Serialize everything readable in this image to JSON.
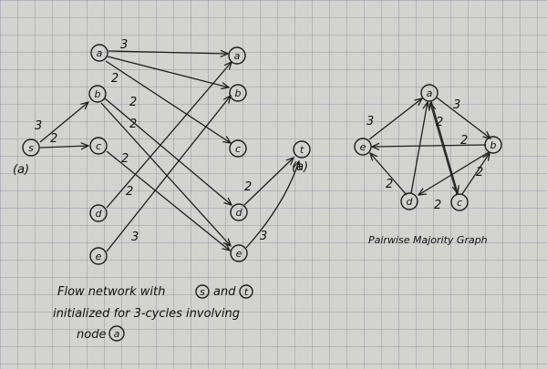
{
  "flow_network": {
    "left_nodes": [
      "a",
      "b",
      "c",
      "d",
      "e"
    ],
    "right_nodes": [
      "a",
      "b",
      "c",
      "d",
      "e"
    ],
    "source_label": "s",
    "source_sub": "(a)",
    "sink_label": "t",
    "sink_sub": "(a)",
    "weights": {
      "s_b": "3",
      "s_c": "2",
      "a_a": "3",
      "a_b": "2",
      "b_d": "2",
      "b_e": "2",
      "c_e": "2",
      "d_a": "2",
      "d_t": "2",
      "e_t": "3",
      "e_a": "3"
    },
    "caption_lines": [
      "Flow network with",
      "and",
      "initialized for 3-cycles involving",
      "node"
    ],
    "caption_circled": [
      "s",
      "t",
      "a"
    ]
  },
  "majority_graph": {
    "nodes": [
      "a",
      "b",
      "c",
      "d",
      "e"
    ],
    "weights": {
      "e_a": "3",
      "a_b": "3",
      "a_c": "2",
      "b_e": "2",
      "b_d": "2",
      "d_e": "2",
      "c_b": "2"
    },
    "caption": "Pairwise Majority Graph"
  }
}
